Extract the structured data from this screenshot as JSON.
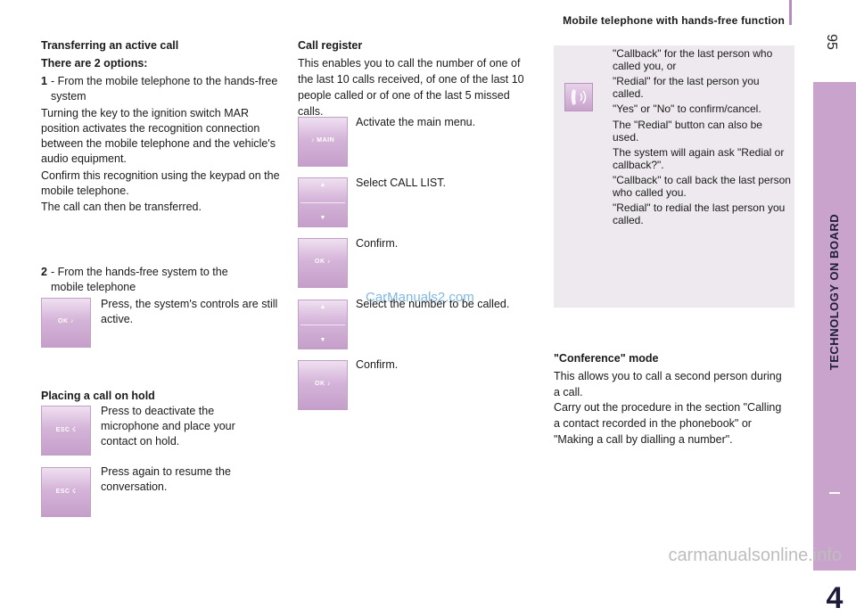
{
  "header": {
    "title": "Mobile telephone with hands-free function",
    "page_number": "95"
  },
  "side_tab": {
    "label": "TECHNOLOGY ON BOARD",
    "chapter": "4"
  },
  "col1": {
    "heading": "Transferring an active call",
    "options": "There are 2 options:",
    "opt1_num": "1",
    "opt1_text": "- From the mobile telephone to the hands-free system",
    "para1": "Turning the key to the ignition switch MAR position activates the recognition connection between the mobile telephone and the vehicle's audio equipment.",
    "para2": "Confirm this recognition using the keypad on the mobile telephone.",
    "para3": "The call can then be transferred.",
    "opt2_num": "2",
    "opt2_text": "- From the hands-free system to the mobile telephone",
    "press_text": "Press, the system's controls are still active.",
    "hold_heading": "Placing a call on hold",
    "hold_text1": "Press to deactivate the microphone and place your contact on hold.",
    "hold_text2": "Press again to resume the conversation."
  },
  "col2": {
    "heading": "Call register",
    "intro": "This enables you to call the number of one of the last 10 calls received, of one of the last 10 people called or of one of the last 5 missed calls.",
    "step1": "Activate the main menu.",
    "step2": "Select CALL LIST.",
    "step3": "Confirm.",
    "step4": "Select the number to be called.",
    "step5": "Confirm."
  },
  "buttons": {
    "ok": "OK ♪",
    "esc": "ESC ☇",
    "main": "♪ MAIN",
    "up": "▲",
    "down": "▼"
  },
  "info": {
    "l1": "\"Callback\" for the last person who called you, or",
    "l2": "\"Redial\" for the last person you called.",
    "l3": "\"Yes\" or \"No\" to confirm/cancel.",
    "l4": "The \"Redial\" button can also be used.",
    "l5": "The system will again ask \"Redial or callback?\".",
    "l6": "\"Callback\" to call back the last person who called you.",
    "l7": "\"Redial\" to redial the last person you called."
  },
  "conference": {
    "heading": "\"Conference\" mode",
    "p1": "This allows you to call a second person during a call.",
    "p2": "Carry out the procedure in the section \"Calling a contact recorded in the phonebook\" or \"Making a call by dialling a number\"."
  },
  "watermarks": {
    "w1": "CarManuals2.com",
    "w2": "carmanualsonline.info"
  }
}
